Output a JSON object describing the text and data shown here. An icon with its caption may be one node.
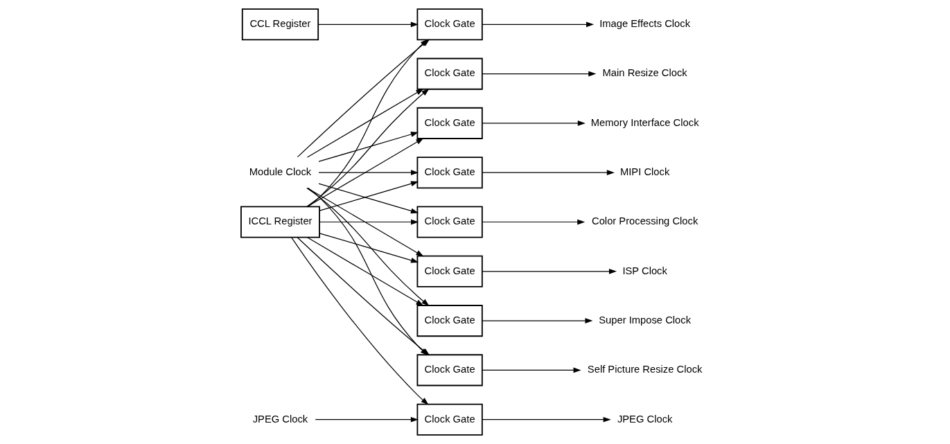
{
  "diagram": {
    "nodes": [
      {
        "text": [
          "CCL Register"
        ]
      },
      {
        "text": [
          "ICCL Register"
        ]
      },
      {
        "text": [
          "Module Clock"
        ]
      },
      {
        "text": [
          "Clock Gate"
        ]
      },
      {
        "text": [
          "Clock Gate"
        ]
      },
      {
        "text": [
          "Clock Gate"
        ]
      },
      {
        "text": [
          "Clock Gate"
        ]
      },
      {
        "text": [
          "Image Effects Clock"
        ]
      },
      {
        "text": [
          "Memory Interface Clock"
        ]
      },
      {
        "text": [
          "Main Resize Clock"
        ]
      },
      {
        "text": [
          "Self Picture Resize Clock"
        ]
      },
      {
        "text": [
          "Clock Gate"
        ]
      },
      {
        "text": [
          "MIPI Clock"
        ]
      },
      {
        "text": [
          "Clock Gate"
        ]
      },
      {
        "text": [
          "Color Processing Clock"
        ]
      },
      {
        "text": [
          "Clock Gate"
        ]
      },
      {
        "text": [
          "ISP Clock"
        ]
      },
      {
        "text": [
          "Clock Gate"
        ]
      },
      {
        "text": [
          "Super Impose Clock"
        ]
      },
      {
        "text": [
          "JPEG Clock"
        ]
      },
      {
        "text": [
          "Clock Gate"
        ]
      },
      {
        "text": [
          "JPEG Clock"
        ]
      }
    ],
    "edges": [
      {
        "from": 1,
        "to": 20,
        "arrow": "to"
      },
      {
        "from": 1,
        "to": 17,
        "arrow": "to"
      },
      {
        "from": 1,
        "to": 3,
        "arrow": "to"
      },
      {
        "from": 1,
        "to": 15,
        "arrow": "to"
      },
      {
        "from": 1,
        "to": 4,
        "arrow": "to"
      },
      {
        "from": 1,
        "to": 13,
        "arrow": "to"
      },
      {
        "from": 1,
        "to": 5,
        "arrow": "to"
      },
      {
        "from": 1,
        "to": 11,
        "arrow": "to"
      },
      {
        "from": 1,
        "to": 6,
        "arrow": "to"
      },
      {
        "from": 0,
        "to": 6,
        "arrow": "to"
      },
      {
        "from": 2,
        "to": 3,
        "arrow": "to"
      },
      {
        "from": 2,
        "to": 4,
        "arrow": "to"
      },
      {
        "from": 2,
        "to": 5,
        "arrow": "to"
      },
      {
        "from": 2,
        "to": 6,
        "arrow": "to"
      },
      {
        "from": 2,
        "to": 11,
        "arrow": "to"
      },
      {
        "from": 2,
        "to": 13,
        "arrow": "to"
      },
      {
        "from": 2,
        "to": 15,
        "arrow": "to"
      },
      {
        "from": 2,
        "to": 17,
        "arrow": "to"
      },
      {
        "from": 19,
        "to": 20,
        "arrow": "to"
      },
      {
        "from": 6,
        "to": 7,
        "arrow": "to"
      },
      {
        "from": 5,
        "to": 8,
        "arrow": "to"
      },
      {
        "from": 4,
        "to": 9,
        "arrow": "to"
      },
      {
        "from": 3,
        "to": 10,
        "arrow": "to"
      },
      {
        "from": 11,
        "to": 12,
        "arrow": "to"
      },
      {
        "from": 13,
        "to": 14,
        "arrow": "to"
      },
      {
        "from": 15,
        "to": 16,
        "arrow": "to"
      },
      {
        "from": 17,
        "to": 18,
        "arrow": "to"
      },
      {
        "from": 20,
        "to": 21,
        "arrow": "to"
      }
    ]
  }
}
